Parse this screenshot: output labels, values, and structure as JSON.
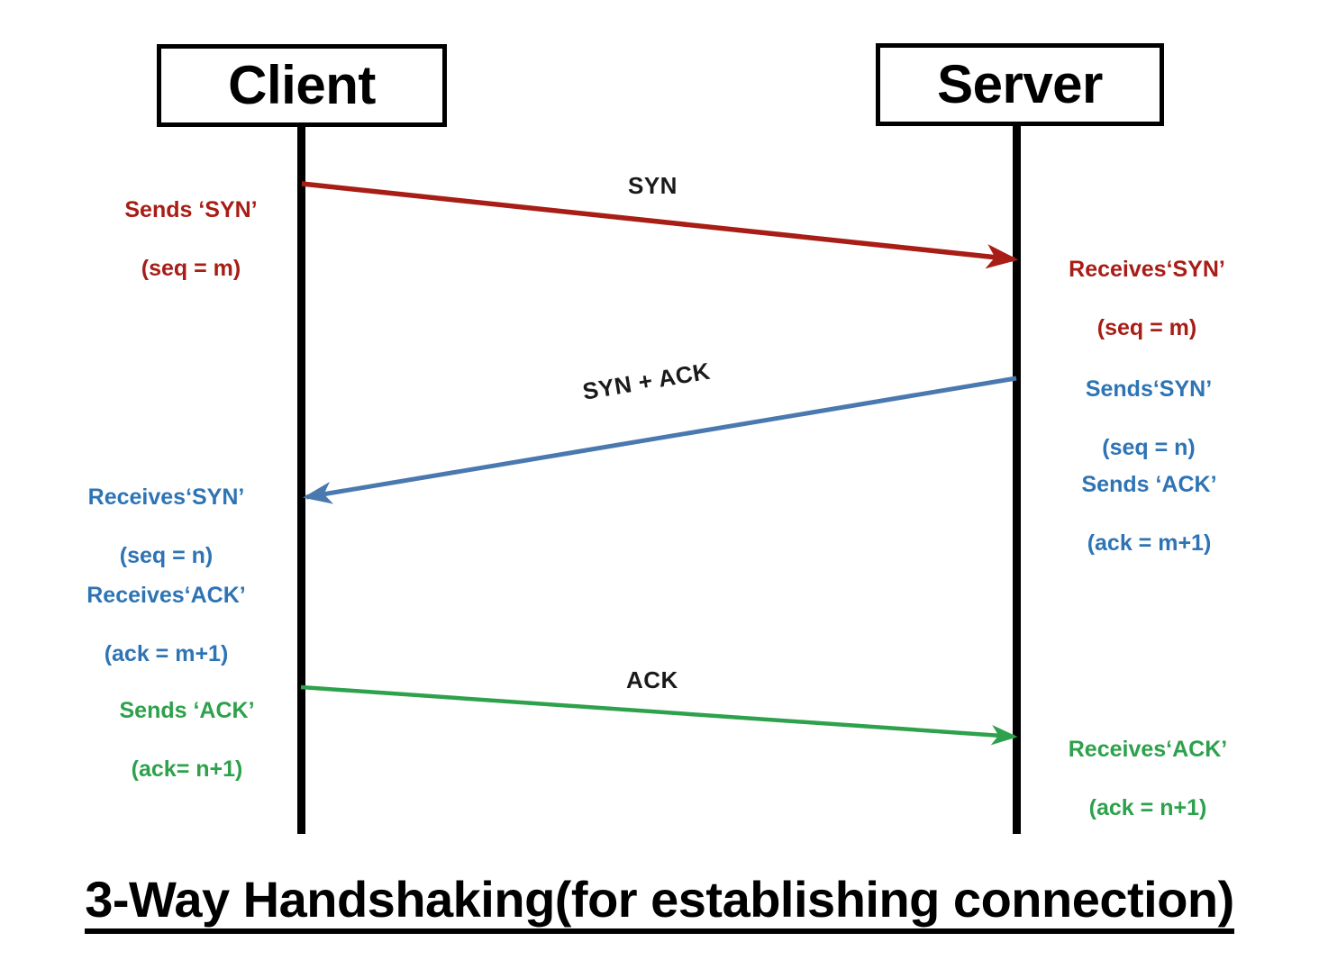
{
  "diagram": {
    "title": "3-Way Handshaking(for establishing connection)",
    "participants": [
      {
        "id": "client",
        "label": "Client"
      },
      {
        "id": "server",
        "label": "Server"
      }
    ],
    "colors": {
      "syn": "#A81D16",
      "syn_ack": "#2E74B5",
      "ack": "#2DA14B",
      "lifeline": "#000000",
      "background": "#ffffff"
    },
    "messages": [
      {
        "id": "syn",
        "label": "SYN",
        "direction": "client-to-server",
        "color": "#A81D16",
        "source_note": {
          "line1": "Sends ‘SYN’",
          "line2": "(seq = m)"
        },
        "target_note": {
          "line1": "Receives‘SYN’",
          "line2": "(seq = m)"
        }
      },
      {
        "id": "syn-ack",
        "label": "SYN + ACK",
        "direction": "server-to-client",
        "color": "#2E74B5",
        "source_note_a": {
          "line1": "Sends‘SYN’",
          "line2": "(seq = n)"
        },
        "source_note_b": {
          "line1": "Sends ‘ACK’",
          "line2": "(ack = m+1)"
        },
        "target_note_a": {
          "line1": "Receives‘SYN’",
          "line2": "(seq = n)"
        },
        "target_note_b": {
          "line1": "Receives‘ACK’",
          "line2": "(ack = m+1)"
        }
      },
      {
        "id": "ack",
        "label": "ACK",
        "direction": "client-to-server",
        "color": "#2DA14B",
        "source_note": {
          "line1": "Sends ‘ACK’",
          "line2": "(ack= n+1)"
        },
        "target_note": {
          "line1": "Receives‘ACK’",
          "line2": "(ack = n+1)"
        }
      }
    ]
  }
}
